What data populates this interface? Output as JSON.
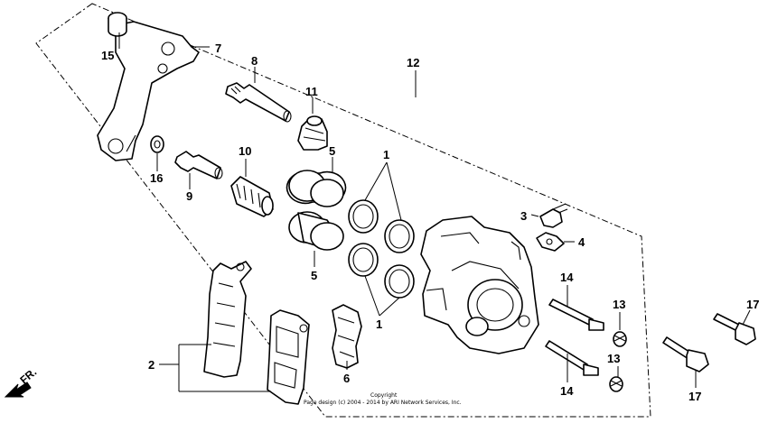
{
  "diagram": {
    "labels": {
      "p1_top": "1",
      "p1_bottom": "1",
      "p2": "2",
      "p3": "3",
      "p4": "4",
      "p5_top": "5",
      "p5_bottom": "5",
      "p6": "6",
      "p7": "7",
      "p8": "8",
      "p9": "9",
      "p10": "10",
      "p11": "11",
      "p12": "12",
      "p13_top": "13",
      "p13_bottom": "13",
      "p14_top": "14",
      "p14_bottom": "14",
      "p15": "15",
      "p16": "16",
      "p17_top": "17",
      "p17_bottom": "17"
    },
    "front_marker": "FR.",
    "copyright_line1": "Copyright",
    "copyright_line2": "Page design (c) 2004 - 2014 by ARI Network Services, Inc."
  }
}
